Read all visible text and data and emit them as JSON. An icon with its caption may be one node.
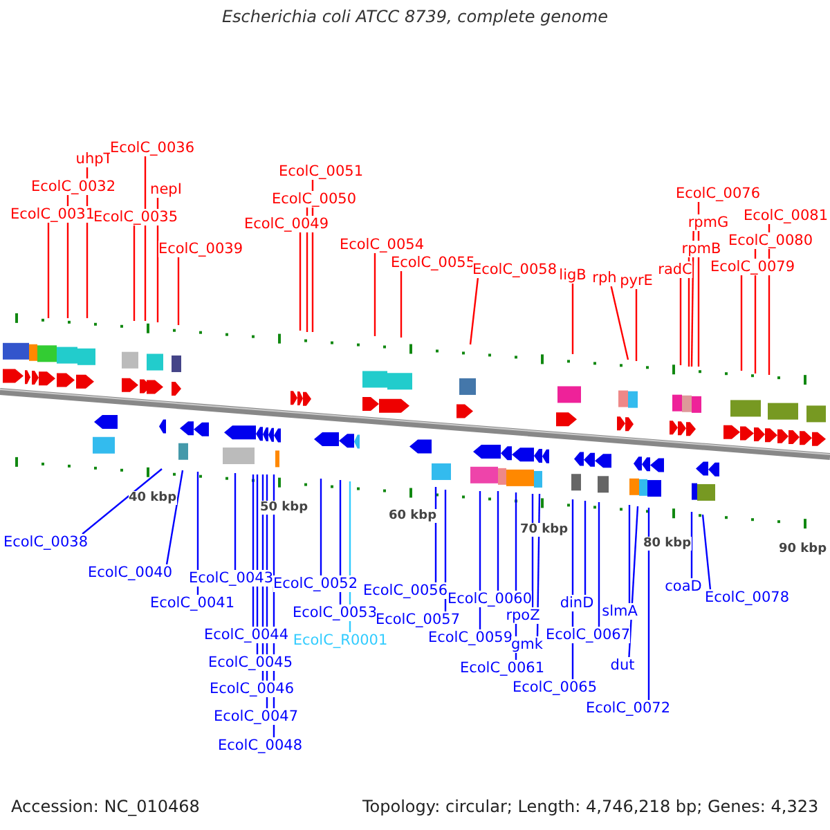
{
  "diagram": {
    "title": "Escherichia coli ATCC 8739, complete genome",
    "nodes": [
      {
        "text": [
          "EcolC_0031"
        ]
      },
      {
        "text": [
          "EcolC_0032"
        ]
      },
      {
        "text": [
          "uhpT"
        ]
      },
      {
        "text": [
          "EcolC_0036"
        ]
      },
      {
        "text": [
          "EcolC_0035"
        ]
      },
      {
        "text": [
          "nepI"
        ]
      },
      {
        "text": [
          "EcolC_0039"
        ]
      },
      {
        "text": [
          "EcolC_0049"
        ]
      },
      {
        "text": [
          "EcolC_0050"
        ]
      },
      {
        "text": [
          "EcolC_0051"
        ]
      },
      {
        "text": [
          "EcolC_0054"
        ]
      },
      {
        "text": [
          "EcolC_0055"
        ]
      },
      {
        "text": [
          "EcolC_0058"
        ]
      },
      {
        "text": [
          "ligB"
        ]
      },
      {
        "text": [
          "rph"
        ]
      },
      {
        "text": [
          "pyrE"
        ]
      },
      {
        "text": [
          "radC"
        ]
      },
      {
        "text": [
          "rpmB"
        ]
      },
      {
        "text": [
          "rpmG"
        ]
      },
      {
        "text": [
          "EcolC_0076"
        ]
      },
      {
        "text": [
          "EcolC_0079"
        ]
      },
      {
        "text": [
          "EcolC_0080"
        ]
      },
      {
        "text": [
          "EcolC_0081"
        ]
      },
      {
        "text": [
          "EcolC_0038"
        ]
      },
      {
        "text": [
          "EcolC_0040"
        ]
      },
      {
        "text": [
          "EcolC_0041"
        ]
      },
      {
        "text": [
          "EcolC_0043"
        ]
      },
      {
        "text": [
          "EcolC_0044"
        ]
      },
      {
        "text": [
          "EcolC_0045"
        ]
      },
      {
        "text": [
          "EcolC_0046"
        ]
      },
      {
        "text": [
          "EcolC_0047"
        ]
      },
      {
        "text": [
          "EcolC_0048"
        ]
      },
      {
        "text": [
          "EcolC_0052"
        ]
      },
      {
        "text": [
          "EcolC_0053"
        ]
      },
      {
        "text": [
          "EcolC_R0001"
        ]
      },
      {
        "text": [
          "EcolC_0056"
        ]
      },
      {
        "text": [
          "EcolC_0057"
        ]
      },
      {
        "text": [
          "EcolC_0059"
        ]
      },
      {
        "text": [
          "EcolC_0060"
        ]
      },
      {
        "text": [
          "EcolC_0061"
        ]
      },
      {
        "text": [
          "rpoZ"
        ]
      },
      {
        "text": [
          "gmk"
        ]
      },
      {
        "text": [
          "dinD"
        ]
      },
      {
        "text": [
          "EcolC_0065"
        ]
      },
      {
        "text": [
          "EcolC_0067"
        ]
      },
      {
        "text": [
          "slmA"
        ]
      },
      {
        "text": [
          "dut"
        ]
      },
      {
        "text": [
          "EcolC_0072"
        ]
      },
      {
        "text": [
          "coaD"
        ]
      },
      {
        "text": [
          "EcolC_0078"
        ]
      }
    ],
    "edges": [
      {
        "from": 0,
        "to": null,
        "arrow": "none",
        "color": "#ff0000"
      },
      {
        "from": 1,
        "to": null,
        "arrow": "none",
        "color": "#ff0000"
      },
      {
        "from": 2,
        "to": null,
        "arrow": "none",
        "color": "#ff0000"
      },
      {
        "from": 3,
        "to": null,
        "arrow": "none",
        "color": "#ff0000"
      },
      {
        "from": 4,
        "to": null,
        "arrow": "none",
        "color": "#ff0000"
      },
      {
        "from": 5,
        "to": null,
        "arrow": "none",
        "color": "#ff0000"
      },
      {
        "from": 6,
        "to": null,
        "arrow": "none",
        "color": "#ff0000"
      },
      {
        "from": 7,
        "to": null,
        "arrow": "none",
        "color": "#ff0000"
      },
      {
        "from": 8,
        "to": null,
        "arrow": "none",
        "color": "#ff0000"
      },
      {
        "from": 9,
        "to": null,
        "arrow": "none",
        "color": "#ff0000"
      },
      {
        "from": 10,
        "to": null,
        "arrow": "none",
        "color": "#ff0000"
      },
      {
        "from": 11,
        "to": null,
        "arrow": "none",
        "color": "#ff0000"
      },
      {
        "from": 12,
        "to": null,
        "arrow": "none",
        "color": "#ff0000"
      },
      {
        "from": 13,
        "to": null,
        "arrow": "none",
        "color": "#ff0000"
      },
      {
        "from": 14,
        "to": null,
        "arrow": "none",
        "color": "#ff0000"
      },
      {
        "from": 15,
        "to": null,
        "arrow": "none",
        "color": "#ff0000"
      },
      {
        "from": 16,
        "to": null,
        "arrow": "none",
        "color": "#ff0000"
      },
      {
        "from": 17,
        "to": null,
        "arrow": "none",
        "color": "#ff0000"
      },
      {
        "from": 18,
        "to": null,
        "arrow": "none",
        "color": "#ff0000"
      },
      {
        "from": 19,
        "to": null,
        "arrow": "none",
        "color": "#ff0000"
      },
      {
        "from": 20,
        "to": null,
        "arrow": "none",
        "color": "#ff0000"
      },
      {
        "from": 21,
        "to": null,
        "arrow": "none",
        "color": "#ff0000"
      },
      {
        "from": 22,
        "to": null,
        "arrow": "none",
        "color": "#ff0000"
      },
      {
        "from": 23,
        "to": null,
        "arrow": "none"
      },
      {
        "from": 24,
        "to": null,
        "arrow": "none"
      },
      {
        "from": 25,
        "to": null,
        "arrow": "none"
      },
      {
        "from": 26,
        "to": null,
        "arrow": "none"
      },
      {
        "from": 27,
        "to": null,
        "arrow": "none"
      },
      {
        "from": 28,
        "to": null,
        "arrow": "none"
      },
      {
        "from": 29,
        "to": null,
        "arrow": "none"
      },
      {
        "from": 30,
        "to": null,
        "arrow": "none"
      },
      {
        "from": 31,
        "to": null,
        "arrow": "none"
      },
      {
        "from": 32,
        "to": null,
        "arrow": "none"
      },
      {
        "from": 33,
        "to": null,
        "arrow": "none"
      },
      {
        "from": 34,
        "to": null,
        "arrow": "none",
        "color": "#33ccff"
      },
      {
        "from": 35,
        "to": null,
        "arrow": "none"
      },
      {
        "from": 36,
        "to": null,
        "arrow": "none"
      },
      {
        "from": 37,
        "to": null,
        "arrow": "none"
      },
      {
        "from": 38,
        "to": null,
        "arrow": "none"
      },
      {
        "from": 39,
        "to": null,
        "arrow": "none"
      },
      {
        "from": 40,
        "to": null,
        "arrow": "none"
      },
      {
        "from": 41,
        "to": null,
        "arrow": "none"
      },
      {
        "from": 42,
        "to": null,
        "arrow": "none"
      },
      {
        "from": 43,
        "to": null,
        "arrow": "none"
      },
      {
        "from": 44,
        "to": null,
        "arrow": "none"
      },
      {
        "from": 45,
        "to": null,
        "arrow": "none"
      },
      {
        "from": 46,
        "to": null,
        "arrow": "none"
      },
      {
        "from": 47,
        "to": null,
        "arrow": "none"
      },
      {
        "from": 48,
        "to": null,
        "arrow": "none"
      },
      {
        "from": 49,
        "to": null,
        "arrow": "none"
      }
    ],
    "labels": [
      "40 kbp",
      "50 kbp",
      "60 kbp",
      "70 kbp",
      "80 kbp",
      "90 kbp",
      "Accession: NC_010468",
      "Topology: circular; Length: 4,746,218 bp; Genes: 4,323"
    ]
  }
}
